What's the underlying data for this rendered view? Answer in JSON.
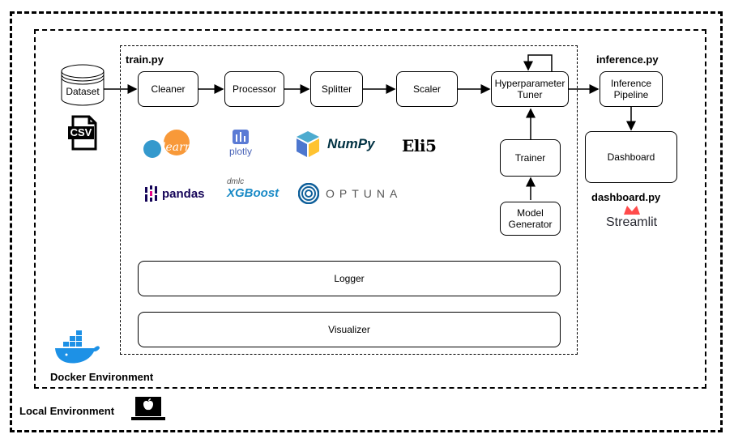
{
  "environments": {
    "local": "Local Environment",
    "docker": "Docker Environment"
  },
  "files": {
    "train": "train.py",
    "inference": "inference.py",
    "dashboard": "dashboard.py"
  },
  "nodes": {
    "dataset": "Dataset",
    "cleaner": "Cleaner",
    "processor": "Processor",
    "splitter": "Splitter",
    "scaler": "Scaler",
    "tuner": "Hyperparameter Tuner",
    "inference_pipeline": "Inference Pipeline",
    "dashboard": "Dashboard",
    "trainer": "Trainer",
    "model_generator": "Model Generator",
    "logger": "Logger",
    "visualizer": "Visualizer"
  },
  "badges": {
    "csv": "CSV"
  },
  "logos": {
    "sklearn": "learn",
    "plotly": "plotly",
    "numpy": "NumPy",
    "eli5": "Eli5",
    "pandas": "pandas",
    "xgboost_top": "dmlc",
    "xgboost": "XGBoost",
    "optuna": "OPTUNA",
    "streamlit": "Streamlit"
  }
}
